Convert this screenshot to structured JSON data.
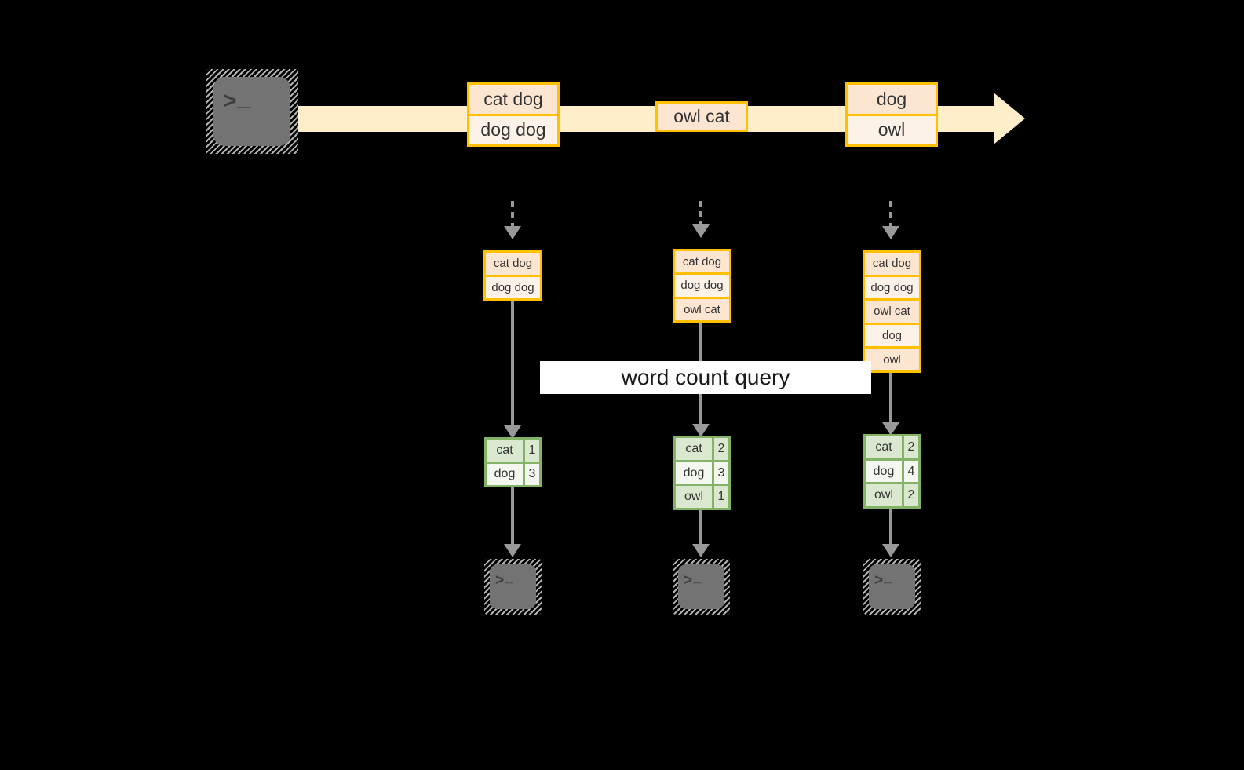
{
  "diagram": {
    "title_banner": "word count query",
    "colors": {
      "stream_fill": "#ffeec9",
      "record_border": "#ffc000",
      "record_cell_dark": "#fce5d1",
      "record_cell_light": "#fdf2e8",
      "table_border": "#82b366",
      "table_cell_dark": "#dbe8d0",
      "table_cell_light": "#f3f7f0",
      "arrow_gray": "#999999",
      "terminal_body": "#737373",
      "background": "#000000",
      "banner_bg": "#ffffff"
    }
  },
  "producer": {
    "icon": "terminal-icon",
    "glyph": ">_"
  },
  "stream": {
    "records": [
      {
        "id": "rec-1",
        "lines": [
          "cat dog",
          "dog dog"
        ]
      },
      {
        "id": "rec-2",
        "lines": [
          "owl cat"
        ]
      },
      {
        "id": "rec-3",
        "lines": [
          "dog",
          "owl"
        ]
      }
    ]
  },
  "stages": [
    {
      "id": "stage-1",
      "stack": [
        "cat dog",
        "dog dog"
      ],
      "result": {
        "rows": [
          {
            "word": "cat",
            "count": "1"
          },
          {
            "word": "dog",
            "count": "3"
          }
        ]
      },
      "consumer": {
        "icon": "terminal-icon",
        "glyph": ">_"
      }
    },
    {
      "id": "stage-2",
      "stack": [
        "cat dog",
        "dog dog",
        "owl cat"
      ],
      "result": {
        "rows": [
          {
            "word": "cat",
            "count": "2"
          },
          {
            "word": "dog",
            "count": "3"
          },
          {
            "word": "owl",
            "count": "1"
          }
        ]
      },
      "consumer": {
        "icon": "terminal-icon",
        "glyph": ">_"
      }
    },
    {
      "id": "stage-3",
      "stack": [
        "cat dog",
        "dog dog",
        "owl cat",
        "dog",
        "owl"
      ],
      "result": {
        "rows": [
          {
            "word": "cat",
            "count": "2"
          },
          {
            "word": "dog",
            "count": "4"
          },
          {
            "word": "owl",
            "count": "2"
          }
        ]
      },
      "consumer": {
        "icon": "terminal-icon",
        "glyph": ">_"
      }
    }
  ]
}
